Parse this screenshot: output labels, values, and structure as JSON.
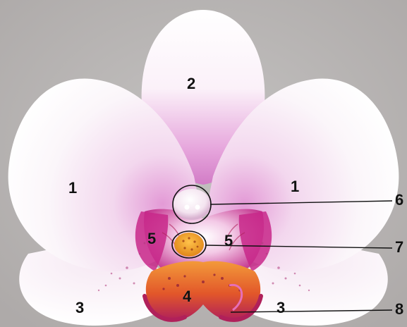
{
  "labels": {
    "petal_left": "1",
    "petal_right": "1",
    "dorsal_sepal": "2",
    "lateral_sepal_left": "3",
    "lateral_sepal_right": "3",
    "lip": "4",
    "callus_left": "5",
    "callus_right": "5",
    "column_tip": "6",
    "pollinia": "7",
    "lip_tendril": "8"
  },
  "colors": {
    "background": "#b9b6b5",
    "petal_white": "#fbf7fa",
    "pink": "#d86fc0",
    "magenta": "#b0205a",
    "orange": "#f07a2a",
    "label_text": "#111111"
  }
}
